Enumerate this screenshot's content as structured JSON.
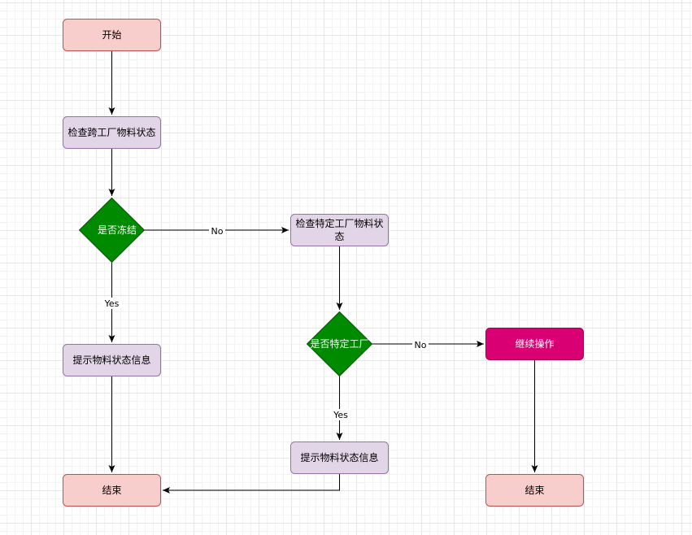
{
  "nodes": {
    "start": {
      "label": "开始"
    },
    "check_cross_plant": {
      "label": "检查跨工厂物料状态"
    },
    "is_frozen": {
      "label": "是否冻结"
    },
    "check_specific_plant": {
      "line1": "检查特定工厂物料状",
      "line2": "态"
    },
    "show_status_left": {
      "label": "提示物料状态信息"
    },
    "is_specific_plant": {
      "label": "是否特定工厂"
    },
    "continue_op": {
      "label": "继续操作"
    },
    "show_status_mid": {
      "label": "提示物料状态信息"
    },
    "end_left": {
      "label": "结束"
    },
    "end_right": {
      "label": "结束"
    }
  },
  "edges": {
    "frozen_no": "No",
    "frozen_yes": "Yes",
    "specific_no": "No",
    "specific_yes": "Yes"
  },
  "colors": {
    "terminal_fill": "#f8cecc",
    "terminal_stroke": "#b85450",
    "process_fill": "#e1d5e7",
    "process_stroke": "#9673a6",
    "decision_fill": "#008a00",
    "decision_stroke": "#005700",
    "action_fill": "#d80073",
    "action_stroke": "#a50040",
    "edge": "#000000"
  }
}
